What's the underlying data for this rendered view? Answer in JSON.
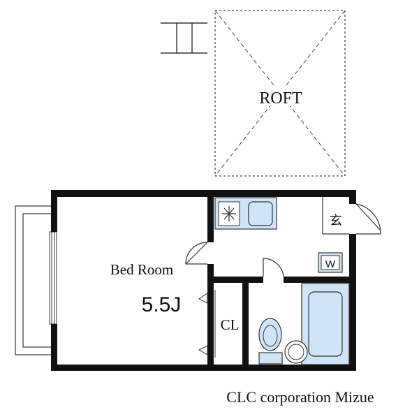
{
  "rooms": {
    "loft": "ROFT",
    "bedroom": "Bed Room",
    "bedroom_size": "5.5J",
    "closet": "CL",
    "entrance": "玄",
    "washer": "W"
  },
  "footer": {
    "company": "CLC corporation Mizue"
  },
  "colors": {
    "wall": "#111111",
    "fixture_fill": "#cfe4f7",
    "fixture_stroke": "#333333"
  }
}
